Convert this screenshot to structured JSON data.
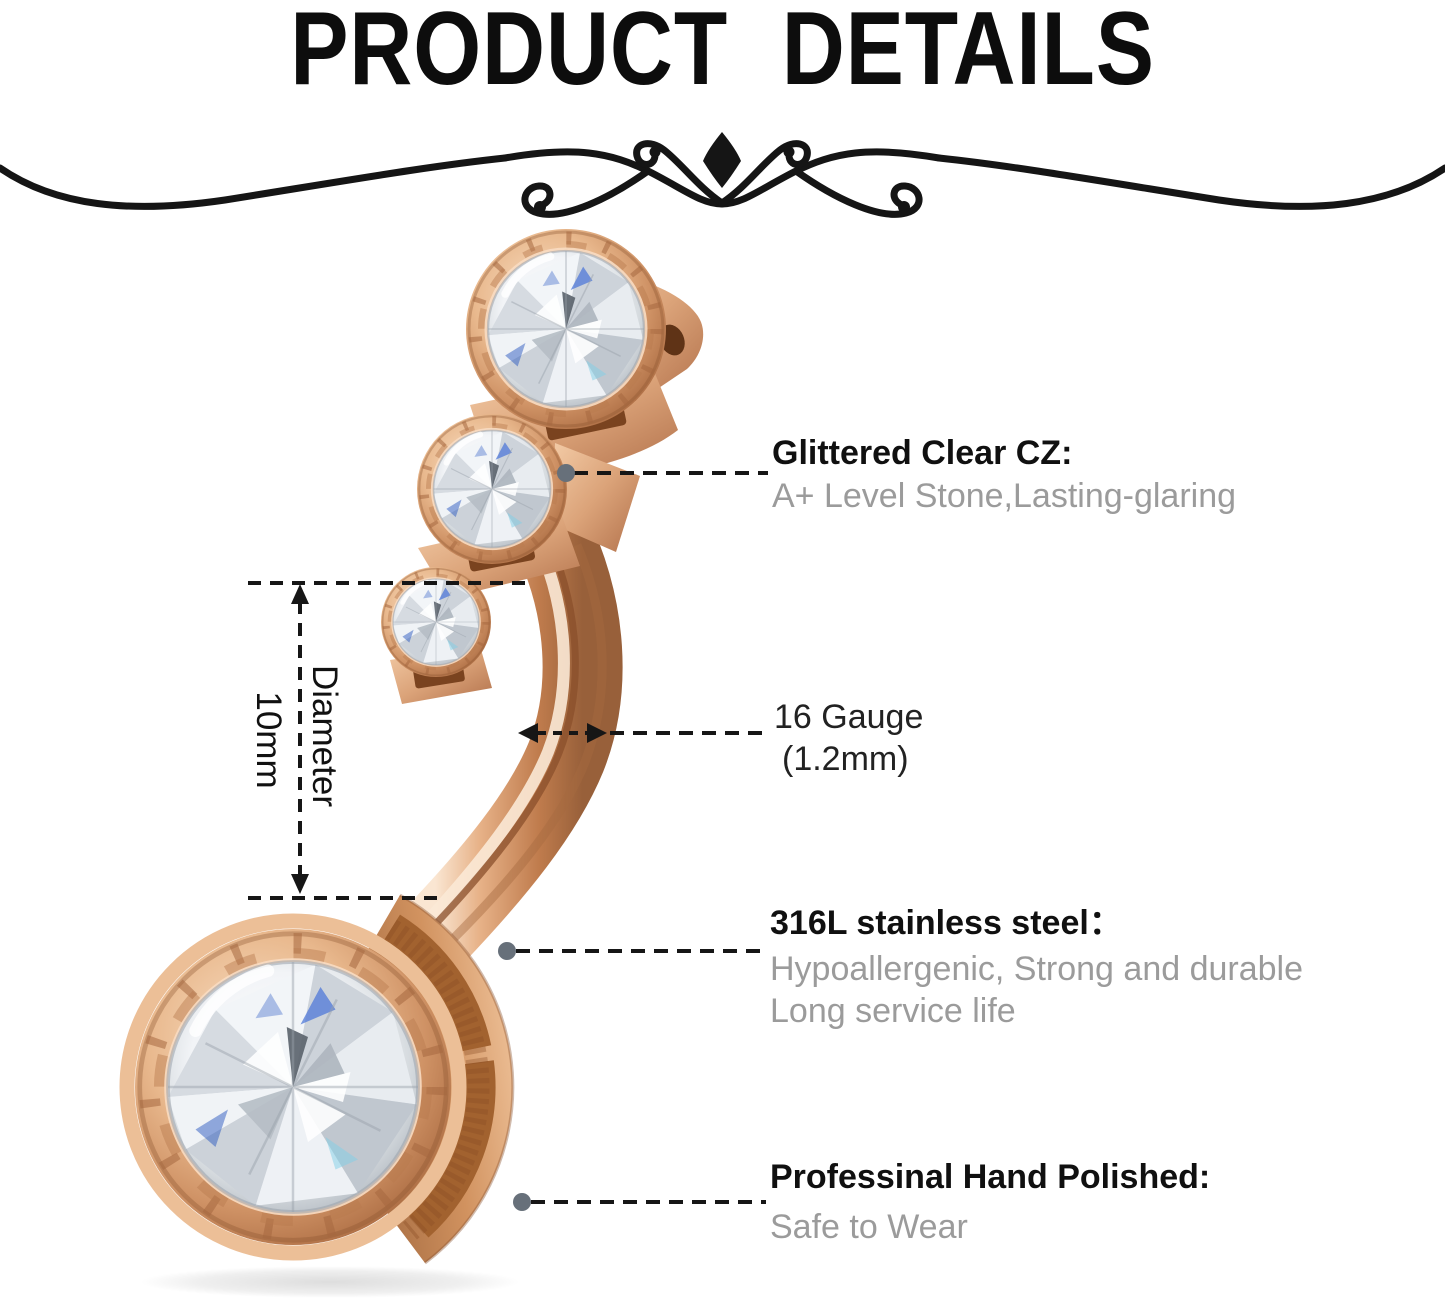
{
  "header": {
    "title": "PRODUCT DETAILS"
  },
  "measurements": {
    "diameter_label": "Diameter",
    "diameter_value": "10mm"
  },
  "annotations": {
    "cz": {
      "title": "Glittered Clear CZ:",
      "desc": "A+ Level Stone,Lasting-glaring"
    },
    "gauge": {
      "line1": "16 Gauge",
      "line2": "(1.2mm)"
    },
    "steel": {
      "title": "316L stainless steel：",
      "desc1": "Hypoallergenic, Strong and durable",
      "desc2": "Long service life"
    },
    "polish": {
      "title": "Professinal Hand Polished:",
      "desc": "Safe to Wear"
    }
  },
  "colors": {
    "text_primary": "#101010",
    "text_secondary": "#9b9b9b",
    "leader_line": "#161616",
    "leader_dot": "#67707a",
    "rose_gold": "#d59b72",
    "stone": "#eef1f4"
  }
}
